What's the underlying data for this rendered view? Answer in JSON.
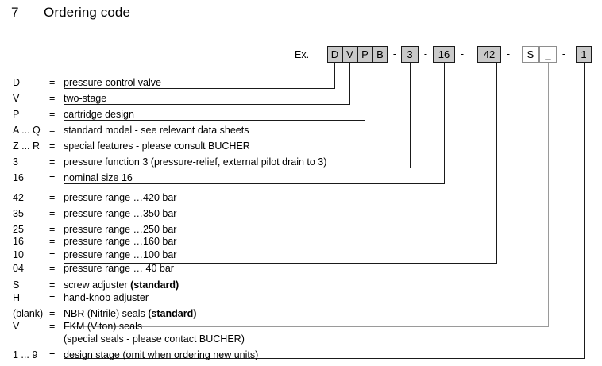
{
  "heading": {
    "number": "7",
    "title": "Ordering code"
  },
  "example": {
    "label": "Ex.",
    "separator": "-",
    "segments": [
      {
        "name": "model-letters",
        "filled": true,
        "cells": [
          "D",
          "V",
          "P",
          "B"
        ]
      },
      {
        "name": "pressure-function",
        "filled": true,
        "cells": [
          "3"
        ]
      },
      {
        "name": "nominal-size",
        "filled": true,
        "cells": [
          "16"
        ]
      },
      {
        "name": "pressure-range",
        "filled": true,
        "cells": [
          "42"
        ]
      },
      {
        "name": "adjuster-and-seals",
        "filled": false,
        "cells": [
          "S",
          "_"
        ]
      },
      {
        "name": "design-stage",
        "filled": true,
        "cells": [
          "1"
        ]
      }
    ]
  },
  "legend": {
    "equals": "=",
    "rows": [
      {
        "code": "D",
        "desc": "pressure-control valve"
      },
      {
        "code": "V",
        "desc": "two-stage"
      },
      {
        "code": "P",
        "desc": "cartridge design"
      },
      {
        "code": "A ... Q",
        "desc": "standard model - see relevant data sheets"
      },
      {
        "code": "Z ... R",
        "desc": "special features - please consult BUCHER"
      },
      {
        "code": "3",
        "desc": "pressure function 3 (pressure-relief, external pilot drain to 3)"
      },
      {
        "code": "16",
        "desc": "nominal size 16"
      },
      {
        "code": "42",
        "desc": "pressure range …420 bar"
      },
      {
        "code": "35",
        "desc": "pressure range …350 bar"
      },
      {
        "code": "25",
        "desc": "pressure range …250 bar"
      },
      {
        "code": "16",
        "desc": "pressure range …160 bar"
      },
      {
        "code": "10",
        "desc": "pressure range …100 bar"
      },
      {
        "code": "04",
        "desc": "pressure range …  40 bar"
      },
      {
        "code": "S",
        "desc": "screw adjuster (standard)",
        "bold_tail": "(standard)",
        "lead": "screw adjuster "
      },
      {
        "code": "H",
        "desc": "hand-knob adjuster"
      },
      {
        "code": "(blank)",
        "desc": "NBR (Nitrile) seals  (standard)",
        "bold_tail": "(standard)",
        "lead": "NBR (Nitrile) seals  "
      },
      {
        "code": "V",
        "desc": "FKM (Viton) seals"
      },
      {
        "code": "",
        "desc": "(special seals - please contact BUCHER)"
      },
      {
        "code": "1 ... 9",
        "desc": "design stage (omit when ordering new units)"
      }
    ]
  },
  "colors": {
    "box_fill": "#c9c9c9",
    "box_border": "#1a1a1a",
    "blank_box_border": "#8e8e8e",
    "line": "#1a1a1a",
    "line_grey": "#9a9a9a",
    "text": "#000000",
    "background": "#ffffff"
  }
}
